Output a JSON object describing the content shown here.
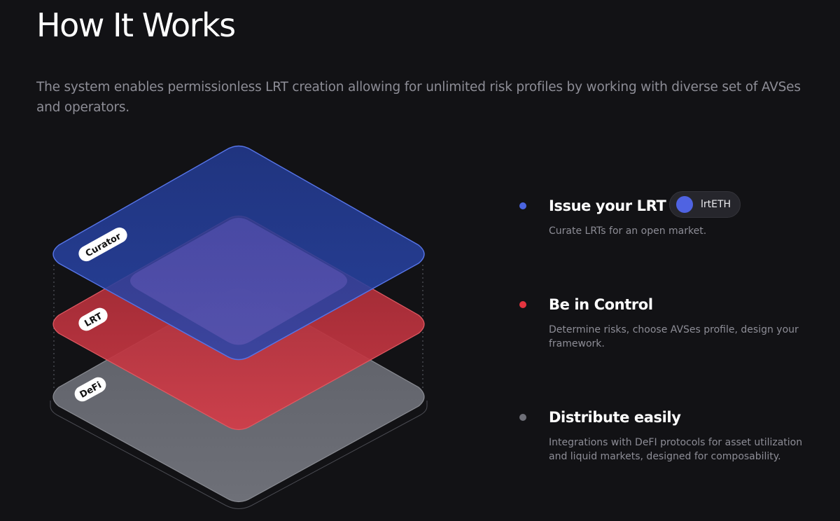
{
  "page": {
    "title": "How It Works",
    "intro": "The system enables permissionless LRT creation allowing for unlimited risk profiles by working with diverse set of AVSes and operators."
  },
  "layers": [
    {
      "label": "Curator",
      "color": "#2a46a8"
    },
    {
      "label": "LRT",
      "color": "#c9333f"
    },
    {
      "label": "DeFi",
      "color": "#6b6d75"
    }
  ],
  "features": [
    {
      "title": "Issue your LRT",
      "description": "Curate LRTs for an open market.",
      "dot_color": "#4a64e0",
      "token": {
        "label": "lrtETH",
        "icon": "token-coin-icon"
      }
    },
    {
      "title": "Be in Control",
      "description": "Determine risks, choose AVSes profile, design your framework.",
      "dot_color": "#e5343f"
    },
    {
      "title": "Distribute easily",
      "description": "Integrations with DeFI protocols for asset utilization and liquid markets, designed for composability.",
      "dot_color": "#6f7078"
    }
  ]
}
